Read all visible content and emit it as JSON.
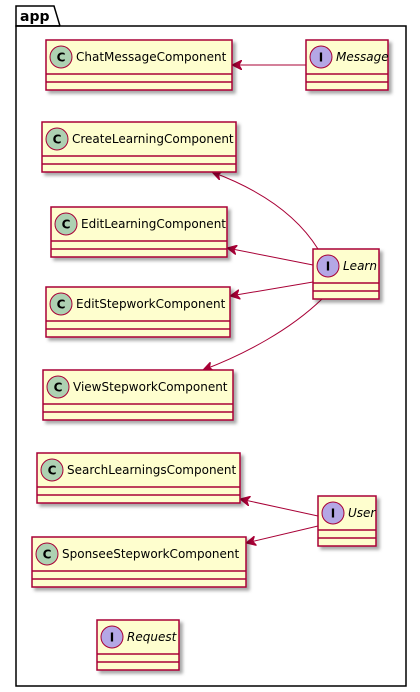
{
  "package": {
    "name": "app"
  },
  "classes": [
    {
      "id": "chat",
      "name": "ChatMessageComponent",
      "kind": "C"
    },
    {
      "id": "create",
      "name": "CreateLearningComponent",
      "kind": "C"
    },
    {
      "id": "edit",
      "name": "EditLearningComponent",
      "kind": "C"
    },
    {
      "id": "editstep",
      "name": "EditStepworkComponent",
      "kind": "C"
    },
    {
      "id": "viewstep",
      "name": "ViewStepworkComponent",
      "kind": "C"
    },
    {
      "id": "search",
      "name": "SearchLearningsComponent",
      "kind": "C"
    },
    {
      "id": "sponsee",
      "name": "SponseeStepworkComponent",
      "kind": "C"
    }
  ],
  "interfaces": [
    {
      "id": "message",
      "name": "Message",
      "kind": "I"
    },
    {
      "id": "learn",
      "name": "Learn",
      "kind": "I"
    },
    {
      "id": "user",
      "name": "User",
      "kind": "I"
    },
    {
      "id": "request",
      "name": "Request",
      "kind": "I"
    }
  ],
  "relations": [
    {
      "from": "message",
      "to": "chat"
    },
    {
      "from": "learn",
      "to": "create"
    },
    {
      "from": "learn",
      "to": "edit"
    },
    {
      "from": "learn",
      "to": "editstep"
    },
    {
      "from": "learn",
      "to": "viewstep"
    },
    {
      "from": "user",
      "to": "search"
    },
    {
      "from": "user",
      "to": "sponsee"
    }
  ],
  "colors": {
    "box_fill": "#fefece",
    "box_border": "#a80036",
    "class_circle": "#add1b2",
    "interface_circle": "#b4a7e5",
    "arrow": "#a80036",
    "package_border": "#000000"
  }
}
